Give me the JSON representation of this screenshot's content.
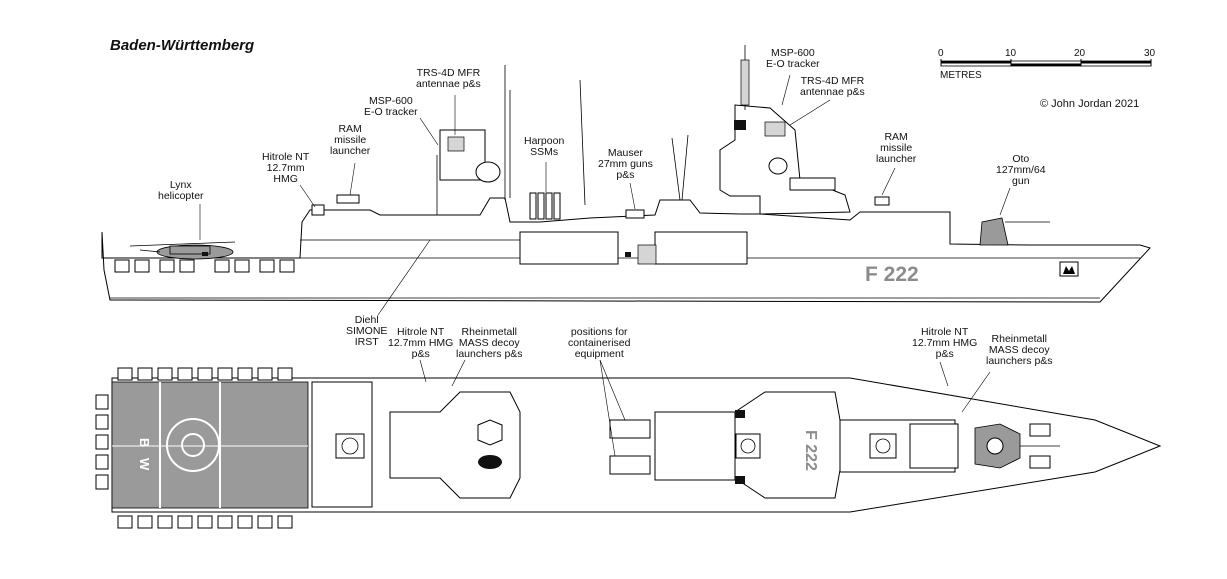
{
  "title": "Baden-Württemberg",
  "copyright": "© John Jordan 2021",
  "scale": {
    "label": "METRES",
    "ticks": [
      "0",
      "10",
      "20",
      "30"
    ]
  },
  "hull_number": "F 222",
  "deck_hull_number": "F 222",
  "flight_deck_letters": [
    "B",
    "W"
  ],
  "profile_labels": {
    "lynx": "Lynx\nhelicopter",
    "hitrole_aft": "Hitrole NT\n12.7mm\nHMG",
    "ram_aft": "RAM\nmissile\nlauncher",
    "msp_aft": "MSP-600\nE-O tracker",
    "trs_aft": "TRS-4D MFR\nantennae p&s",
    "harpoon": "Harpoon\nSSMs",
    "mauser": "Mauser\n27mm guns\np&s",
    "msp_fwd": "MSP-600\nE-O tracker",
    "trs_fwd": "TRS-4D MFR\nantennae p&s",
    "ram_fwd": "RAM\nmissile\nlauncher",
    "oto": "Oto\n127mm/64\ngun"
  },
  "plan_labels": {
    "diehl": "Diehl\nSIMONE\nIRST",
    "hitrole_aft": "Hitrole NT\n12.7mm HMG\np&s",
    "rheinmetall_aft": "Rheinmetall\nMASS decoy\nlaunchers p&s",
    "containers": "positions for\ncontainerised\nequipment",
    "hitrole_fwd": "Hitrole NT\n12.7mm HMG\np&s",
    "rheinmetall_fwd": "Rheinmetall\nMASS decoy\nlaunchers p&s"
  }
}
